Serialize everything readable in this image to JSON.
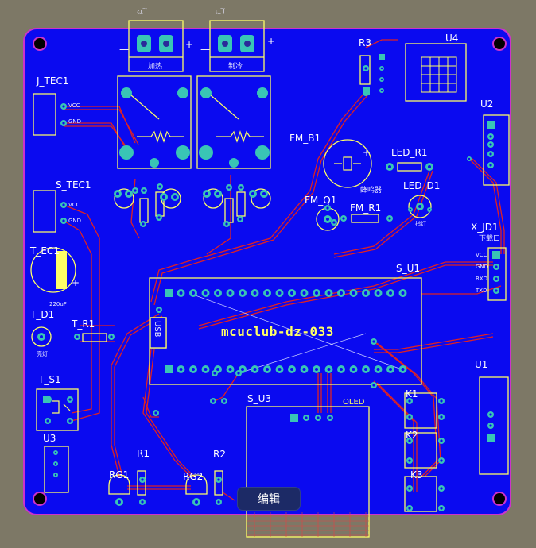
{
  "board": {
    "title": "mcuclub-dz-033",
    "colors": {
      "copper": "#0a0af0",
      "trace": "#e02222",
      "silk": "#ffff66",
      "outline": "#cc33cc",
      "background": "#7d7866",
      "pad": "#39c5b5"
    }
  },
  "labels": {
    "j_tec1": "J_TEC1",
    "s_tec1": "S_TEC1",
    "t_ec1": "T_EC1",
    "t_d1": "T_D1",
    "t_r1": "T_R1",
    "t_s1": "T_S1",
    "u3": "U3",
    "rg1": "RG1",
    "r1": "R1",
    "rg2": "RG2",
    "r2": "R2",
    "s_u3": "S_U3",
    "oled": "OLED",
    "s_u1": "S_U1",
    "r3": "R3",
    "u4": "U4",
    "u2": "U2",
    "fm_b1": "FM_B1",
    "fm_q1": "FM_Q1",
    "fm_r1": "FM_R1",
    "led_r1": "LED_R1",
    "led_d1": "LED_D1",
    "x_jd1": "X_JD1",
    "u1": "U1",
    "k1": "K1",
    "k2": "K2",
    "k3": "K3",
    "usb": "USB",
    "download_port": "下载口",
    "buzzer": "蜂鸣器",
    "light": "指灯",
    "light2": "亮灯",
    "cap_value": "220uF",
    "vcc": "VCC",
    "gnd": "GND",
    "rxd": "RXD",
    "txd": "TXD",
    "plus": "+",
    "minus": "—",
    "j_t2": "J_T2",
    "j_t1": "J_T1",
    "heat1": "加热",
    "heat2": "制冷"
  },
  "toolbar": {
    "edit_label": "编辑"
  }
}
